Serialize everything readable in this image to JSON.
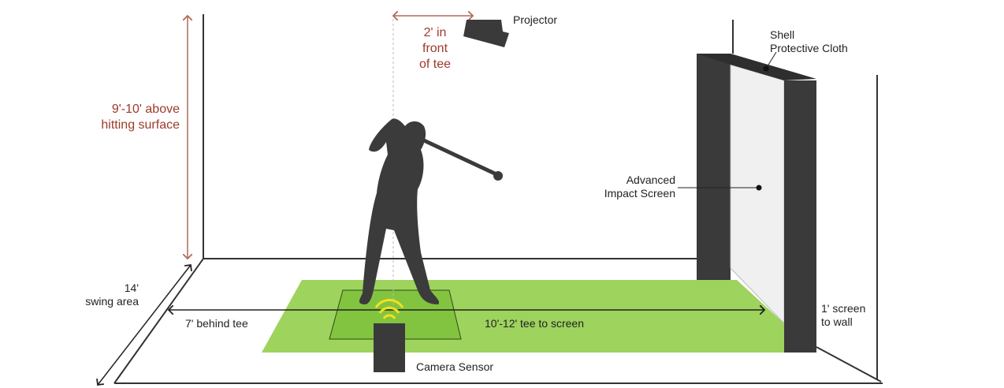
{
  "title": "Golf simulator room layout",
  "labels": {
    "projector": "Projector",
    "projector_offset_line1": "2' in",
    "projector_offset_line2": "front",
    "projector_offset_line3": "of tee",
    "height_line1": "9'-10' above",
    "height_line2": "hitting surface",
    "shell_line1": "Shell",
    "shell_line2": "Protective Cloth",
    "screen_line1": "Advanced",
    "screen_line2": "Impact Screen",
    "width_line1": "14'",
    "width_line2": "swing area",
    "behind_tee": "7' behind tee",
    "tee_to_screen": "10'-12' tee to screen",
    "screen_wall_line1": "1' screen",
    "screen_wall_line2": "to wall",
    "camera": "Camera Sensor"
  },
  "colors": {
    "dimension": "#b06a58",
    "mat": "#9ed35e",
    "hitting_zone": "#7fc23a",
    "dark": "#3a3a3a",
    "screen": "#efefef"
  }
}
